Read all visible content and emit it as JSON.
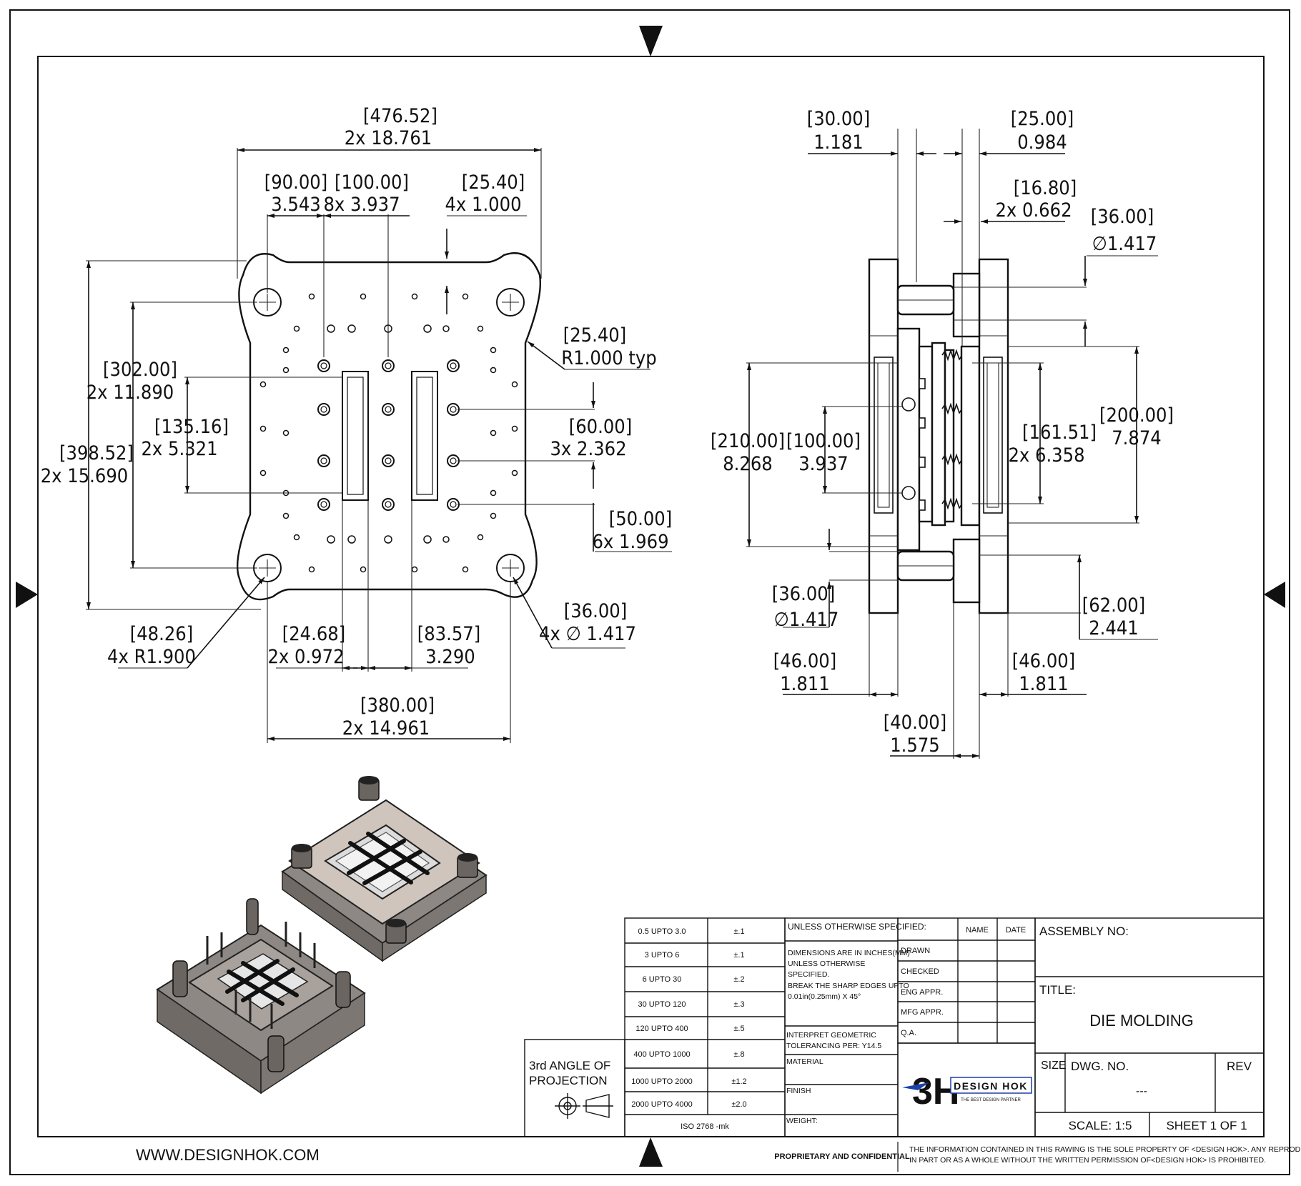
{
  "drawing": {
    "website": "WWW.DESIGNHOK.COM",
    "confidential": "PROPRIETARY AND CONFIDENTIAL",
    "notice_line1": "THE INFORMATION CONTAINED IN THIS RAWING IS THE SOLE PROPERTY OF <DESIGN HOK>.  ANY REPRODUCTION",
    "notice_line2": "IN PART OR AS A WHOLE WITHOUT THE WRITTEN PERMISSION OF<DESIGN HOK> IS PROHIBITED."
  },
  "front_view": {
    "overall_width": {
      "mm": "[476.52]",
      "in": "2x 18.761"
    },
    "hole_spacing_90": {
      "mm": "[90.00]",
      "in": "3.543"
    },
    "hole_spacing_100": {
      "mm": "[100.00]",
      "in": "8x  3.937"
    },
    "pitch_25": {
      "mm": "[25.40]",
      "in": "4x 1.000"
    },
    "corner_radius": {
      "mm": "[25.40]",
      "in": "R1.000 typ"
    },
    "height_302": {
      "mm": "[302.00]",
      "in": "2x 11.890"
    },
    "height_135": {
      "mm": "[135.16]",
      "in": "2x  5.321"
    },
    "height_398": {
      "mm": "[398.52]",
      "in": "2x 15.690"
    },
    "spacing_60": {
      "mm": "[60.00]",
      "in": "3x 2.362"
    },
    "spacing_50": {
      "mm": "[50.00]",
      "in": "6x 1.969"
    },
    "radius_48": {
      "mm": "[48.26]",
      "in": "4x R1.900"
    },
    "slot_24": {
      "mm": "[24.68]",
      "in": "2x 0.972"
    },
    "slot_83": {
      "mm": "[83.57]",
      "in": "3.290"
    },
    "dia_36": {
      "mm": "[36.00]",
      "in": "4x ∅ 1.417"
    },
    "width_380": {
      "mm": "[380.00]",
      "in": "2x 14.961"
    }
  },
  "side_view": {
    "d30": {
      "mm": "[30.00]",
      "in": "1.181"
    },
    "d25": {
      "mm": "[25.00]",
      "in": "0.984"
    },
    "d16": {
      "mm": "[16.80]",
      "in": "2x 0.662"
    },
    "d36_top": {
      "mm": "[36.00]",
      "in": "∅1.417"
    },
    "d210": {
      "mm": "[210.00]",
      "in": "8.268"
    },
    "d100": {
      "mm": "[100.00]",
      "in": "3.937"
    },
    "d161": {
      "mm": "[161.51]",
      "in": "2x  6.358"
    },
    "d200": {
      "mm": "[200.00]",
      "in": "7.874"
    },
    "d36_bot": {
      "mm": "[36.00]",
      "in": "∅1.417"
    },
    "d62": {
      "mm": "[62.00]",
      "in": "2.441"
    },
    "d46_left": {
      "mm": "[46.00]",
      "in": "1.811"
    },
    "d46_right": {
      "mm": "[46.00]",
      "in": "1.811"
    },
    "d40": {
      "mm": "[40.00]",
      "in": "1.575"
    }
  },
  "tolerance_table": {
    "rows": [
      {
        "range": "0.5 UPTO 3.0",
        "tol": "±.1"
      },
      {
        "range": "3 UPTO 6",
        "tol": "±.1"
      },
      {
        "range": "6 UPTO 30",
        "tol": "±.2"
      },
      {
        "range": "30 UPTO 120",
        "tol": "±.3"
      },
      {
        "range": "120 UPTO 400",
        "tol": "±.5"
      },
      {
        "range": "400 UPTO 1000",
        "tol": "±.8"
      },
      {
        "range": "1000 UPTO 2000",
        "tol": "±1.2"
      },
      {
        "range": "2000 UPTO 4000",
        "tol": "±2.0"
      }
    ],
    "standard": "ISO 2768 -mk"
  },
  "projection": {
    "line1": "3rd ANGLE OF",
    "line2": "PROJECTION"
  },
  "notes": {
    "unless": "UNLESS OTHERWISE SPECIFIED:",
    "dims1": "DIMENSIONS ARE IN INCHES(MM)",
    "dims2": "UNLESS OTHERWISE",
    "dims3": "SPECIFIED.",
    "dims4": "BREAK THE SHARP EDGES UPTO",
    "dims5": "0.01in(0.25mm) X 45°",
    "gdt1": "INTERPRET GEOMETRIC",
    "gdt2": "TOLERANCING PER: Y14.5",
    "material": "MATERIAL",
    "finish": "FINISH",
    "weight": "WEIGHT:"
  },
  "approvals": {
    "name_header": "NAME",
    "date_header": "DATE",
    "rows": [
      "DRAWN",
      "CHECKED",
      "ENG APPR.",
      "MFG APPR.",
      "Q.A."
    ]
  },
  "title_block": {
    "assembly_label": "ASSEMBLY NO:",
    "title_label": "TITLE:",
    "title": "DIE MOLDING",
    "size_label": "SIZE",
    "dwg_label": "DWG.  NO.",
    "dwg_no": "---",
    "rev_label": "REV",
    "scale": "SCALE: 1:5",
    "sheet": "SHEET 1 OF 1",
    "logo_mark": "3H",
    "logo_name": "DESIGN HOK",
    "logo_tagline": "THE BEST DESIGN PARTNER"
  }
}
